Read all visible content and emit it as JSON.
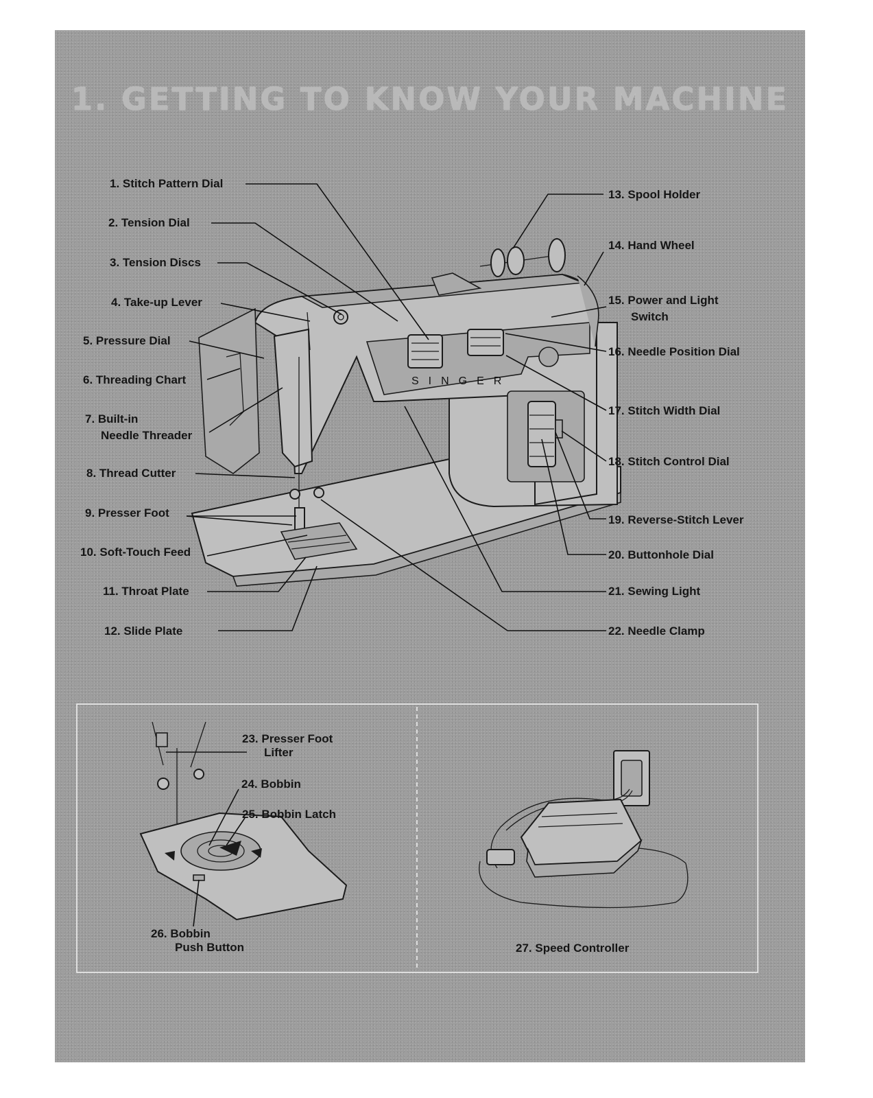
{
  "title": "1. GETTING TO KNOW YOUR MACHINE",
  "machine_brand": "SINGER",
  "labels": {
    "l1": "1. Stitch Pattern Dial",
    "l2": "2. Tension Dial",
    "l3": "3. Tension Discs",
    "l4": "4. Take-up Lever",
    "l5": "5. Pressure Dial",
    "l6": "6. Threading Chart",
    "l7a": "7. Built-in",
    "l7b": "Needle Threader",
    "l8": "8. Thread Cutter",
    "l9": "9. Presser Foot",
    "l10": "10. Soft-Touch Feed",
    "l11": "11. Throat Plate",
    "l12": "12. Slide Plate",
    "l13": "13. Spool Holder",
    "l14": "14. Hand Wheel",
    "l15a": "15. Power and Light",
    "l15b": "Switch",
    "l16": "16. Needle Position Dial",
    "l17": "17. Stitch Width Dial",
    "l18": "18. Stitch Control Dial",
    "l19": "19. Reverse-Stitch Lever",
    "l20": "20. Buttonhole Dial",
    "l21": "21. Sewing Light",
    "l22": "22. Needle Clamp",
    "l23a": "23. Presser Foot",
    "l23b": "Lifter",
    "l24": "24. Bobbin",
    "l25": "25. Bobbin Latch",
    "l26a": "26. Bobbin",
    "l26b": "Push Button",
    "l27": "27. Speed Controller"
  }
}
